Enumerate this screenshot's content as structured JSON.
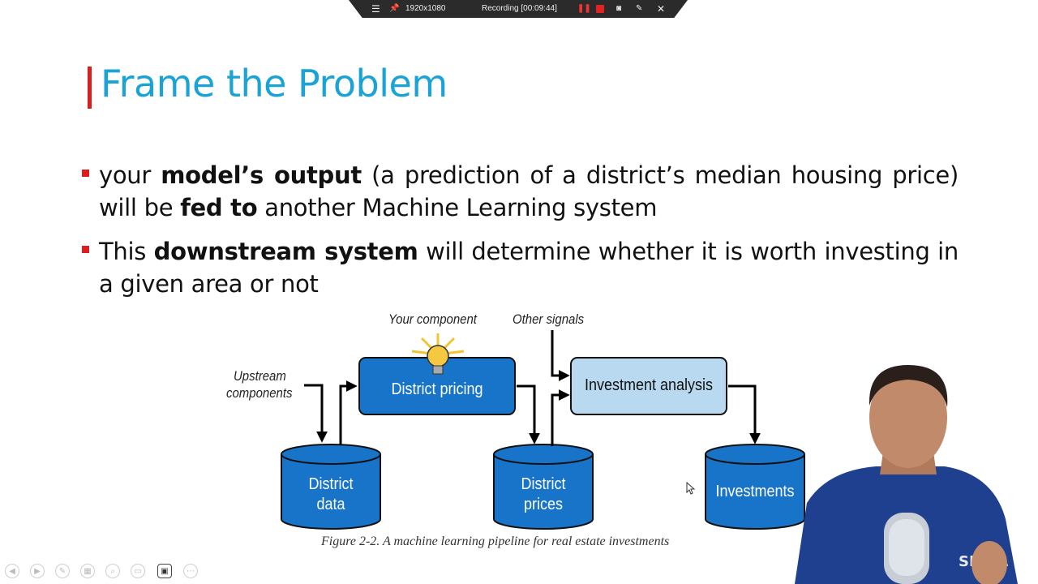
{
  "recording_bar": {
    "resolution": "1920x1080",
    "status": "Recording [00:09:44]"
  },
  "slide": {
    "title": "Frame the Problem",
    "bullet1": {
      "t1": "your ",
      "b1": "model’s output",
      "t2": " (a prediction of a district’s median housing price) will be ",
      "b2": "fed to",
      "t3": " another Machine Learning system"
    },
    "bullet2": {
      "t1": "This ",
      "b1": "downstream system",
      "t2": " will determine whether it is worth investing in a given area or not"
    }
  },
  "figure": {
    "label_your_component": "Your component",
    "label_other_signals": "Other signals",
    "label_upstream_1": "Upstream",
    "label_upstream_2": "components",
    "box_district_pricing": "District pricing",
    "box_investment_analysis": "Investment analysis",
    "db_district_data_1": "District",
    "db_district_data_2": "data",
    "db_district_prices_1": "District",
    "db_district_prices_2": "prices",
    "db_investments": "Investments",
    "caption": "Figure 2-2. A machine learning pipeline for real estate investments"
  },
  "colors": {
    "title": "#1aa3d6",
    "accent_red": "#d62020",
    "box_dark": "#1874c8",
    "box_light": "#b9d9f0"
  }
}
